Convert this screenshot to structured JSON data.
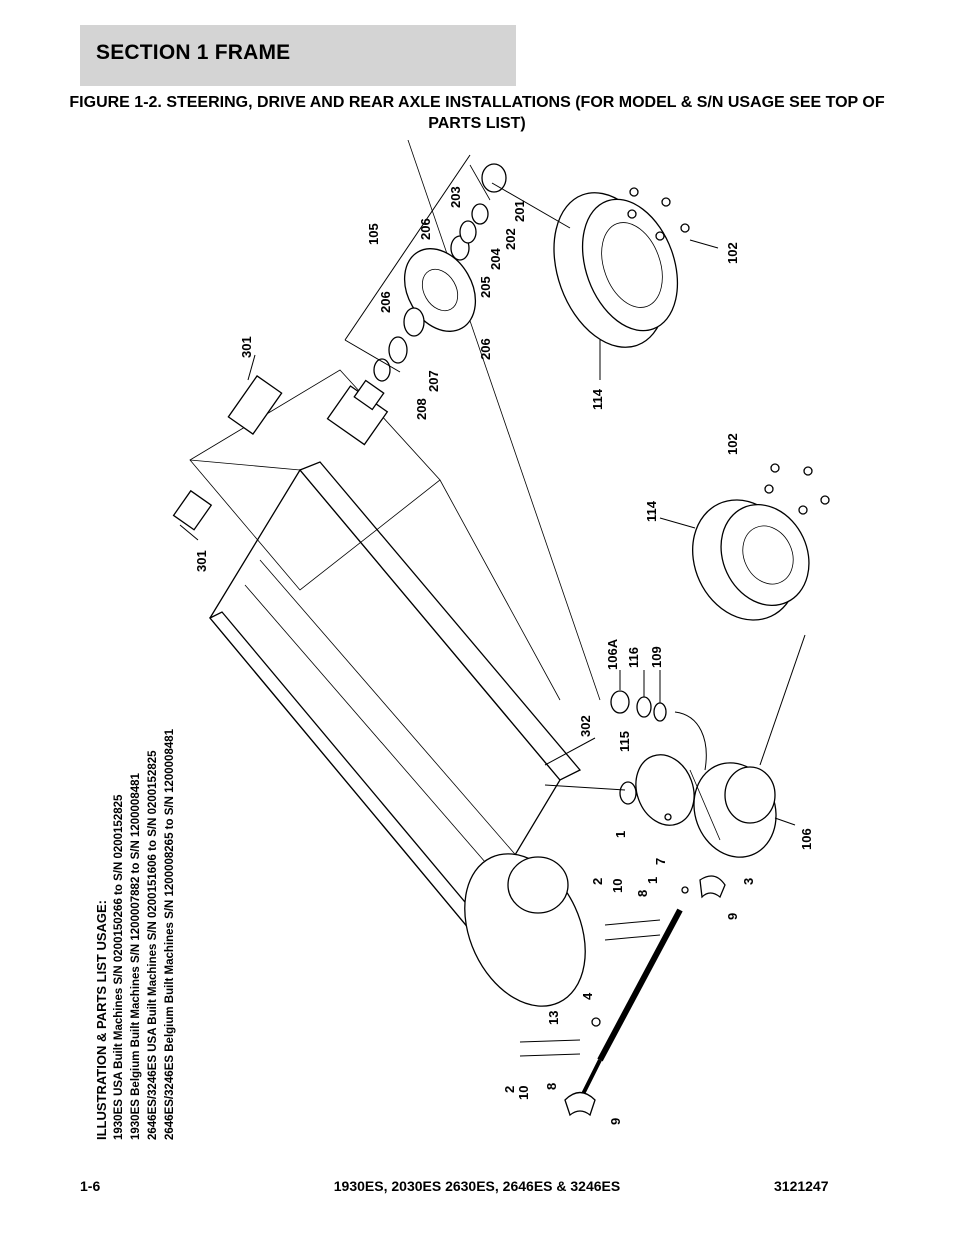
{
  "header": {
    "section_title": "SECTION 1  FRAME"
  },
  "figure": {
    "title": "FIGURE 1-2. STEERING, DRIVE AND REAR AXLE INSTALLATIONS (FOR MODEL & S/N USAGE SEE TOP OF PARTS LIST)"
  },
  "usage": {
    "title": "ILLUSTRATION & PARTS LIST USAGE:",
    "lines": [
      "1930ES USA Built Machines S/N 0200150266 to S/N 0200152825",
      "1930ES Belgium Built Machines S/N 1200007882 to S/N 1200008481",
      "2646ES/3246ES USA Built Machines S/N 0200151606 to S/N 0200152825",
      "2646ES/3246ES Belgium Built Machines S/N 1200008265 to S/N 1200008481"
    ]
  },
  "callouts": {
    "c105": "105",
    "c203": "203",
    "c206a": "206",
    "c201": "201",
    "c202": "202",
    "c204": "204",
    "c205": "205",
    "c206b": "206",
    "c206c": "206",
    "c207": "207",
    "c208": "208",
    "c301a": "301",
    "c301b": "301",
    "c102a": "102",
    "c102b": "102",
    "c114a": "114",
    "c114b": "114",
    "c106A": "106A",
    "c116": "116",
    "c109": "109",
    "c115": "115",
    "c302": "302",
    "c106": "106",
    "c1a": "1",
    "c7": "7",
    "c1b": "1",
    "c3": "3",
    "c9a": "9",
    "c2a": "2",
    "c10a": "10",
    "c8a": "8",
    "c4": "4",
    "c13": "13",
    "c2b": "2",
    "c10b": "10",
    "c8b": "8",
    "c9b": "9"
  },
  "footer": {
    "page_number": "1-6",
    "models": "1930ES, 2030ES 2630ES, 2646ES & 3246ES",
    "doc_number": "3121247"
  }
}
